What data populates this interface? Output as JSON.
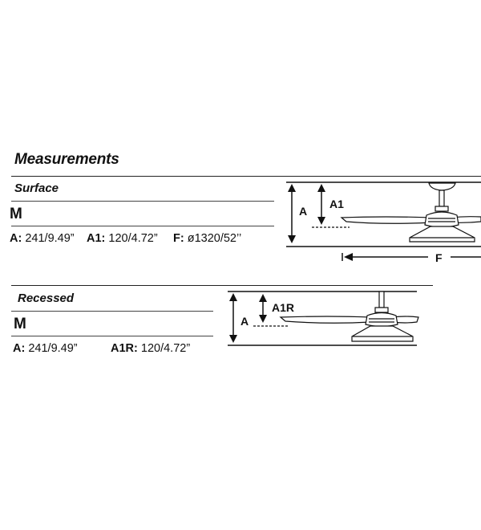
{
  "page": {
    "title": "Measurements"
  },
  "surface": {
    "title": "Surface",
    "model": "M",
    "specs": [
      {
        "key": "A:",
        "value": "241/9.49”"
      },
      {
        "key": "A1:",
        "value": "120/4.72”"
      },
      {
        "key": "F:",
        "value": "ø1320/52’’"
      }
    ],
    "diagram_labels": {
      "a": "A",
      "a1": "A1",
      "f": "F"
    }
  },
  "recessed": {
    "title": "Recessed",
    "model": "M",
    "specs": [
      {
        "key": "A:",
        "value": "241/9.49”"
      },
      {
        "key": "A1R:",
        "value": "120/4.72”"
      }
    ],
    "diagram_labels": {
      "a": "A",
      "a1r": "A1R"
    }
  }
}
